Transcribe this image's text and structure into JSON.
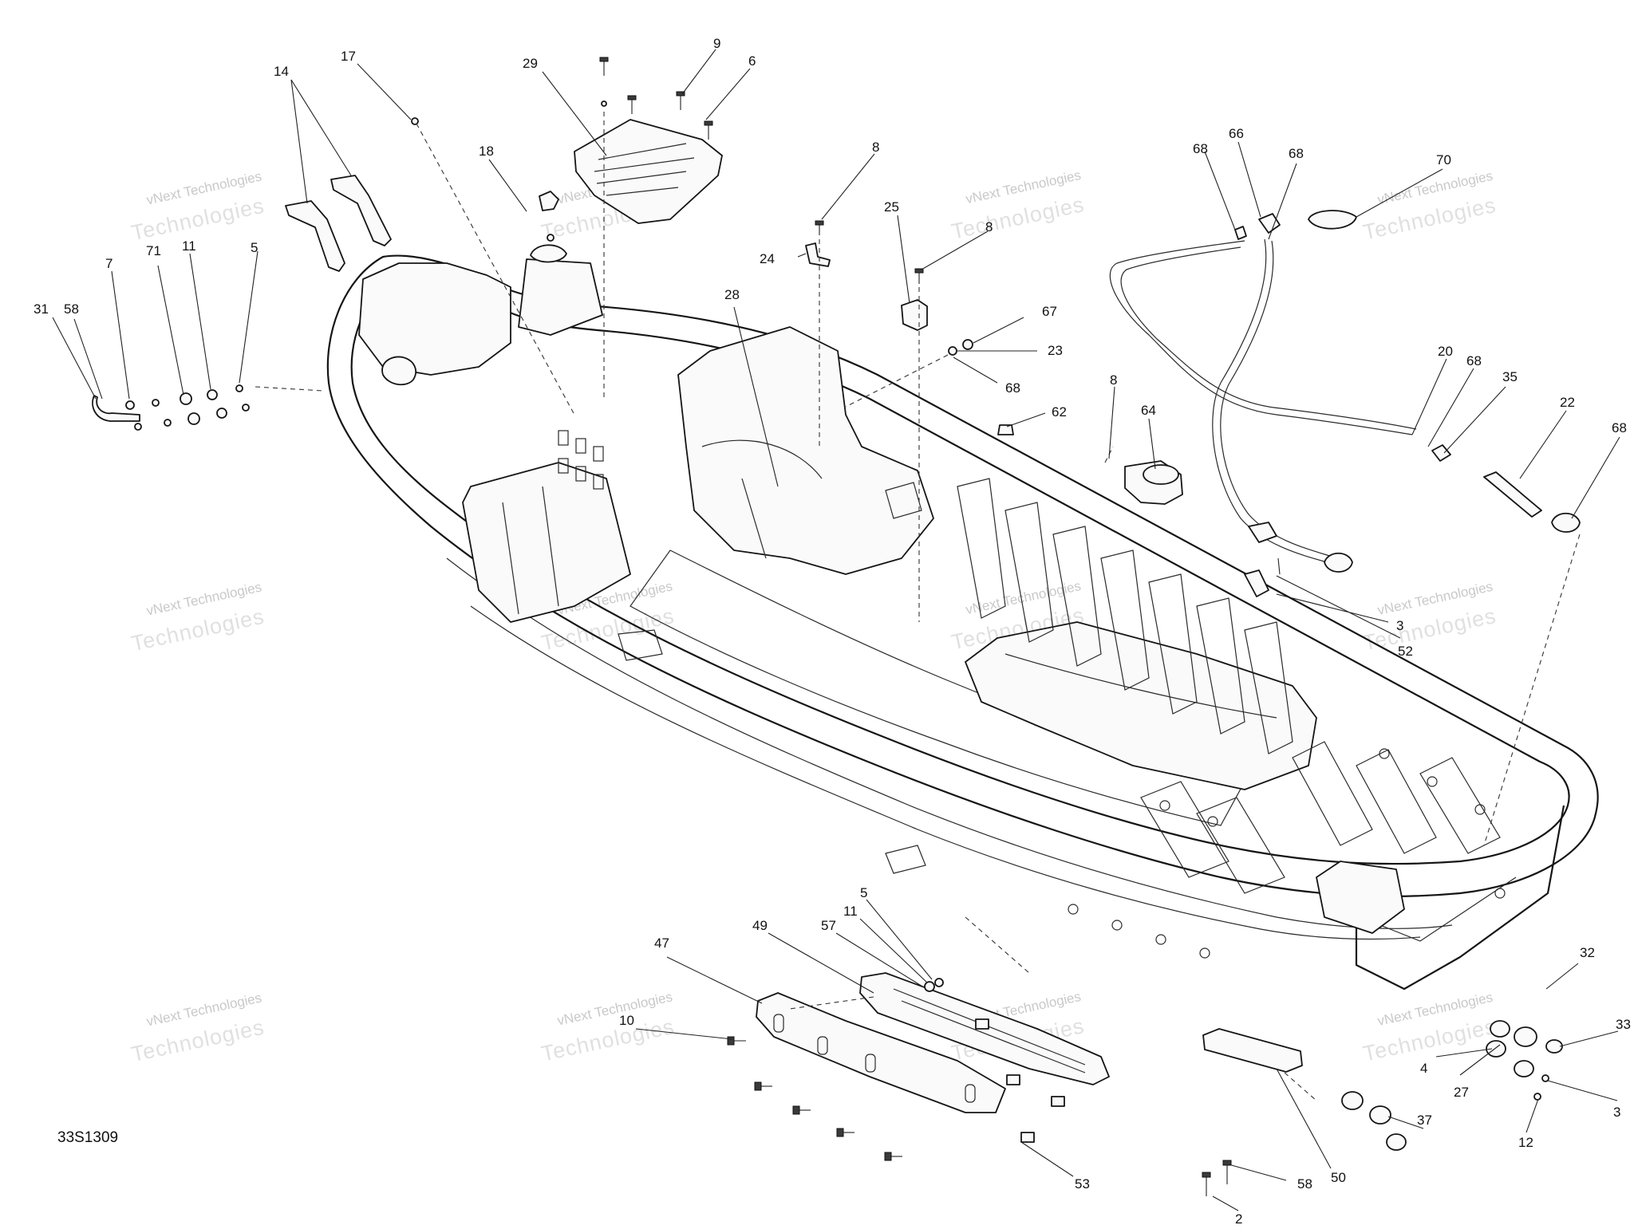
{
  "diagram": {
    "drawing_code": "33S1309",
    "watermark": {
      "line1": "vNext Technologies",
      "line2": "Technologies"
    },
    "callouts": [
      {
        "label": "14"
      },
      {
        "label": "17"
      },
      {
        "label": "29"
      },
      {
        "label": "9"
      },
      {
        "label": "6"
      },
      {
        "label": "18"
      },
      {
        "label": "8"
      },
      {
        "label": "24"
      },
      {
        "label": "25"
      },
      {
        "label": "8"
      },
      {
        "label": "28"
      },
      {
        "label": "67"
      },
      {
        "label": "23"
      },
      {
        "label": "68"
      },
      {
        "label": "62"
      },
      {
        "label": "58"
      },
      {
        "label": "7"
      },
      {
        "label": "71"
      },
      {
        "label": "11"
      },
      {
        "label": "5"
      },
      {
        "label": "31"
      },
      {
        "label": "68"
      },
      {
        "label": "66"
      },
      {
        "label": "68"
      },
      {
        "label": "70"
      },
      {
        "label": "8"
      },
      {
        "label": "64"
      },
      {
        "label": "20"
      },
      {
        "label": "68"
      },
      {
        "label": "35"
      },
      {
        "label": "22"
      },
      {
        "label": "68"
      },
      {
        "label": "3"
      },
      {
        "label": "52"
      },
      {
        "label": "5"
      },
      {
        "label": "11"
      },
      {
        "label": "57"
      },
      {
        "label": "49"
      },
      {
        "label": "47"
      },
      {
        "label": "10"
      },
      {
        "label": "53"
      },
      {
        "label": "32"
      },
      {
        "label": "33"
      },
      {
        "label": "4"
      },
      {
        "label": "27"
      },
      {
        "label": "3"
      },
      {
        "label": "12"
      },
      {
        "label": "37"
      },
      {
        "label": "50"
      },
      {
        "label": "58"
      },
      {
        "label": "2"
      }
    ]
  }
}
